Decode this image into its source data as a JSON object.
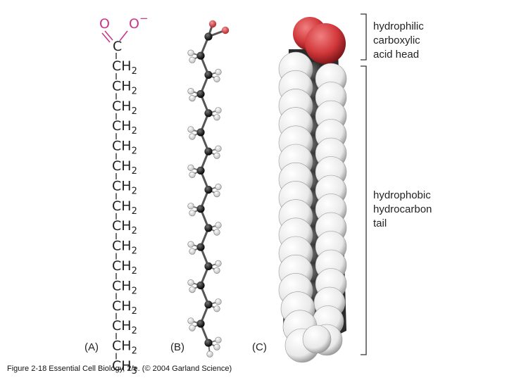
{
  "structural_formula": {
    "carboxyl_oxygen_double": "O",
    "carboxyl_oxygen_charged": "O",
    "charge": "−",
    "carbon": "C",
    "methylene_units": [
      "CH",
      "CH",
      "CH",
      "CH",
      "CH",
      "CH",
      "CH",
      "CH",
      "CH",
      "CH",
      "CH",
      "CH",
      "CH",
      "CH",
      "CH"
    ],
    "methylene_subscript": "2",
    "methyl": "CH",
    "methyl_subscript": "3"
  },
  "panels": {
    "a": "(A)",
    "b": "(B)",
    "c": "(C)"
  },
  "annotations": {
    "head": [
      "hydrophilic",
      "carboxylic",
      "acid head"
    ],
    "tail": [
      "hydrophobic",
      "hydrocarbon",
      "tail"
    ]
  },
  "caption": "Figure 2-18  Essential Cell Biology, 2/e. (© 2004 Garland Science)",
  "colors": {
    "oxygen_red": "#d2383b",
    "formula_oxygen_pink": "#c8388a",
    "carbon_dark": "#2b2b2b",
    "hydrogen_white": "#f2f2f2",
    "text": "#222222"
  }
}
